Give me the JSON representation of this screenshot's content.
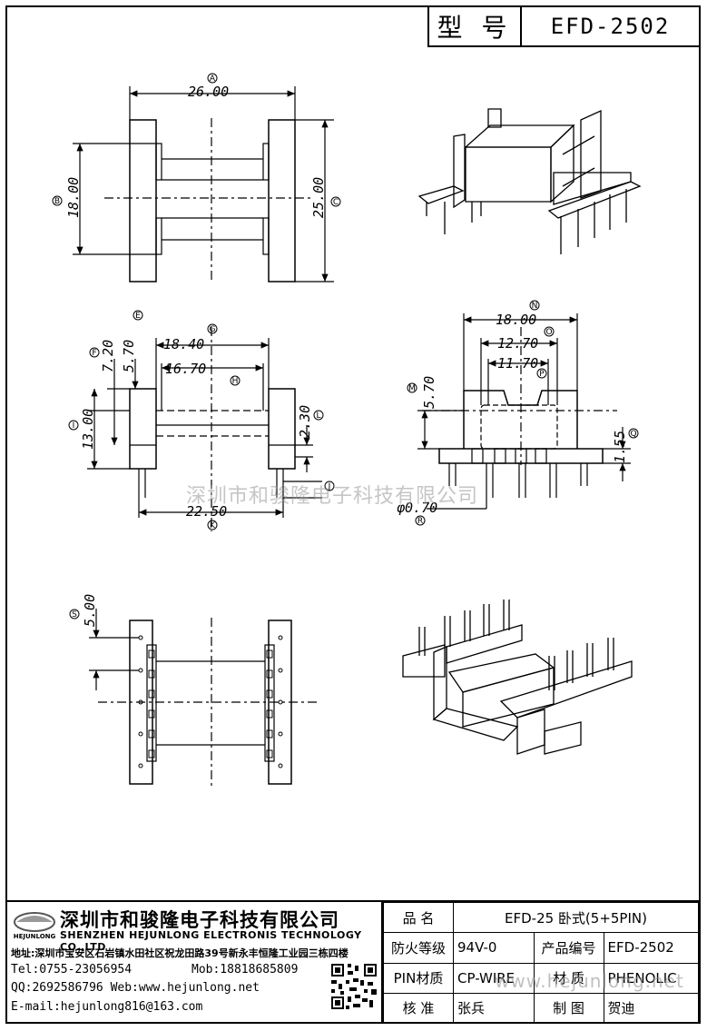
{
  "header": {
    "model_label": "型 号",
    "model_value": "EFD-2502"
  },
  "dimensions": {
    "A": "26.00",
    "B": "18.00",
    "C": "25.00",
    "G": "18.40",
    "H": "16.70",
    "F": "7.20",
    "E": "5.70",
    "I": "13.00",
    "L": "2.30",
    "J": "",
    "K": "22.50",
    "N": "18.00",
    "O": "12.70",
    "P": "11.70",
    "M": "5.70",
    "Q": "1.55",
    "R": "φ0.70",
    "S": "5.00"
  },
  "callouts": [
    "A",
    "B",
    "C",
    "E",
    "F",
    "G",
    "H",
    "I",
    "J",
    "K",
    "L",
    "M",
    "N",
    "O",
    "P",
    "Q",
    "R",
    "S"
  ],
  "watermark": "深圳市和骏隆电子科技有限公司",
  "watermark2": "www.hejunlong.net",
  "company": {
    "logo_text": "HEJUNLONG",
    "name_cn": "深圳市和骏隆电子科技有限公司",
    "name_en": "SHENZHEN HEJUNLONG ELECTRONIS TECHNOLOGY CO.,LTD",
    "address": "地址:深圳市宝安区石岩镇水田社区祝龙田路39号新永丰恒隆工业园三栋四楼",
    "tel": "Tel:0755-23056954",
    "mob": "Mob:18818685809",
    "qq": "QQ:2692586796 Web:www.hejunlong.net",
    "email": "E-mail:hejunlong816@163.com"
  },
  "spec": {
    "name_label": "品 名",
    "name_value": "EFD-25 卧式(5+5PIN)",
    "fire_label": "防火等级",
    "fire_value": "94V-0",
    "code_label": "产品编号",
    "code_value": "EFD-2502",
    "pin_label": "PIN材质",
    "pin_value": "CP-WIRE",
    "mat_label": "材 质",
    "mat_value": "PHENOLIC",
    "check_label": "核 准",
    "check_value": "张兵",
    "draw_label": "制 图",
    "draw_value": "贺迪"
  }
}
